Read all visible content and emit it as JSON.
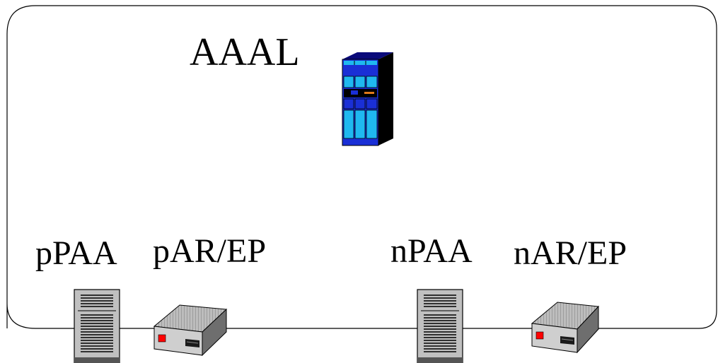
{
  "labels": {
    "aaal": "AAAL",
    "ppaa": "pPAA",
    "parep": "pAR/EP",
    "npaa": "nPAA",
    "narep": "nAR/EP"
  },
  "colors": {
    "outline": "#000000",
    "aaal_server_front": "#1a2fd6",
    "aaal_server_panel": "#1fb8f0",
    "aaal_server_side": "#000000",
    "tower_server": "#c0c0c0",
    "router": "#b8b8b8",
    "router_led": "#ff0000"
  },
  "icons": {
    "aaal": "server-rack-icon",
    "ppaa": "tower-server-icon",
    "parep": "router-icon",
    "npaa": "tower-server-icon",
    "narep": "router-icon"
  }
}
